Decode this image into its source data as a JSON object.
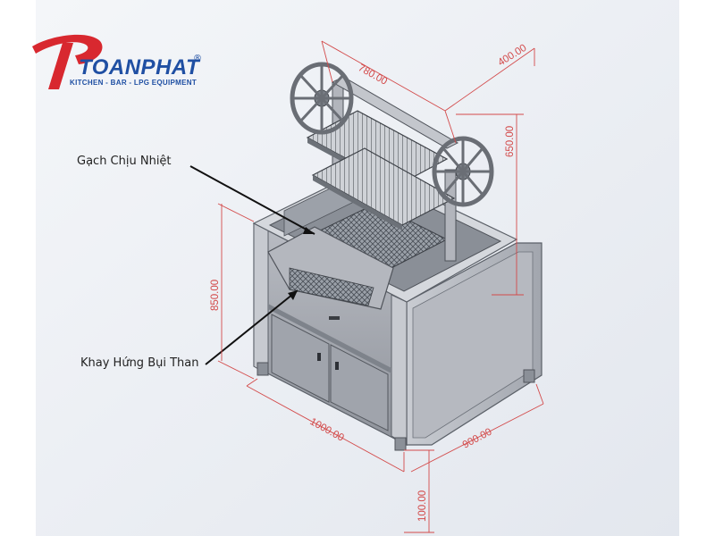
{
  "brand": {
    "name": "TOANPHAT",
    "registered": "®",
    "tagline": "KITCHEN - BAR - LPG EQUIPMENT",
    "logo_color": "#d8282f",
    "text_color": "#1f4fa3"
  },
  "callouts": {
    "brick": "Gạch Chịu Nhiệt",
    "tray": "Khay Hứng Bụi Than"
  },
  "dimensions": {
    "top_width": "780.00",
    "top_depth": "400.00",
    "top_height": "650.00",
    "body_height": "850.00",
    "width": "1000.00",
    "depth": "900.00",
    "leg_height": "100.00"
  },
  "colors": {
    "dimension": "#d34a4a",
    "steel_light": "#d9dbe0",
    "steel_mid": "#a9adb5",
    "steel_dark": "#6f747d"
  }
}
